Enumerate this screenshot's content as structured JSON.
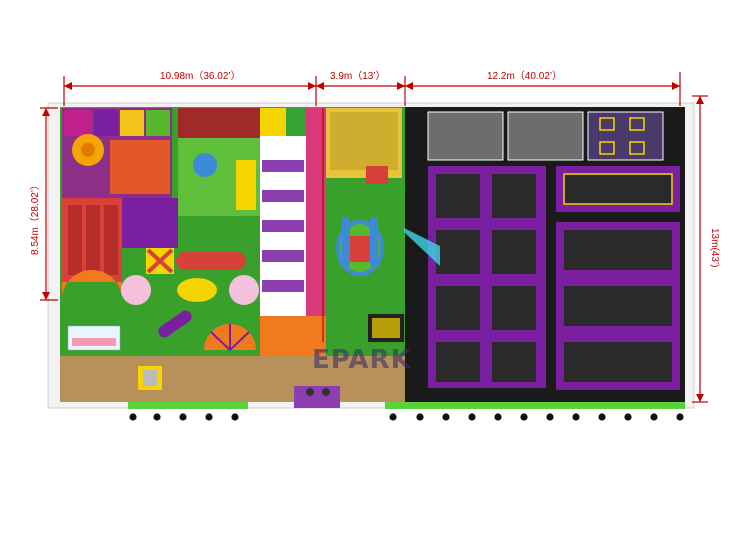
{
  "dimensions": {
    "top_left": "10.98m（36.02’）",
    "top_middle": "3.9m（13’）",
    "top_right": "12.2m（40.02’）",
    "left_vertical": "8.54m（28.02’）",
    "right_vertical": "13m(43’)"
  },
  "logo": {
    "text": "EPARK"
  },
  "colors": {
    "dimension_line": "#c00000",
    "trampoline_purple": "#7a1fa0",
    "trampoline_floor": "#1a1a1a",
    "play_green": "#3aa02c",
    "floor_wood": "#b8915a",
    "accent_yellow": "#f5d400"
  }
}
